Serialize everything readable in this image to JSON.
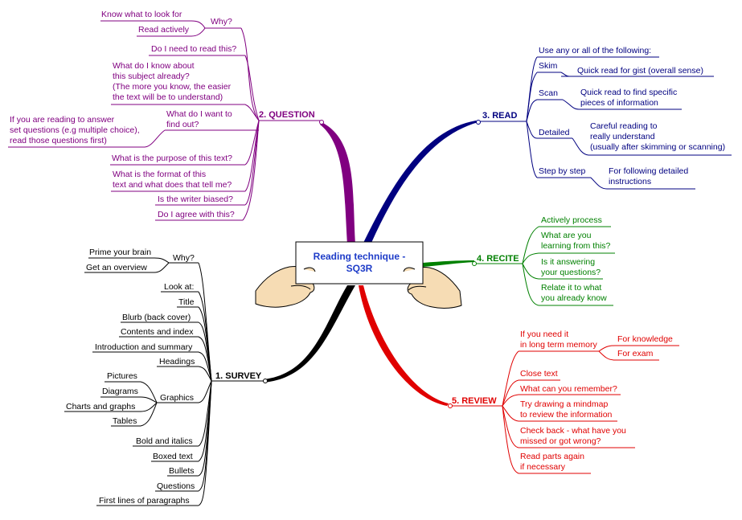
{
  "center": {
    "title": "Reading technique -\nSQ3R"
  },
  "colors": {
    "question": "#800080",
    "read": "#000080",
    "recite": "#008000",
    "review": "#e00000",
    "survey": "#000000",
    "center_title": "#1e3cc8"
  },
  "branches": {
    "question": {
      "label": "2. QUESTION",
      "items": {
        "why": "Why?",
        "why_know": "Know what to look for",
        "why_read": "Read actively",
        "need_read": "Do I need to read this?",
        "already_know": "What do I know about\nthis subject already?\n(The more you know, the easier\nthe text will be to understand)",
        "find_out": "What do I want to\nfind out?",
        "answer_sets": "If you are reading to answer\nset questions (e.g multiple choice),\nread those questions first)",
        "purpose": "What is the purpose of this text?",
        "format": "What is the format of this\ntext and what does that tell me?",
        "biased": "Is the writer biased?",
        "agree": "Do I agree with this?"
      }
    },
    "read": {
      "label": "3. READ",
      "items": {
        "use_any": "Use any or all of the following:",
        "skim": "Skim",
        "skim_desc": "Quick read for gist (overall sense)",
        "scan": "Scan",
        "scan_desc": "Quick read to find specific\npieces of information",
        "detailed": "Detailed",
        "detailed_desc": "Careful reading to\nreally understand\n(usually after skimming or scanning)",
        "step": "Step by step",
        "step_desc": "For following detailed\ninstructions"
      }
    },
    "recite": {
      "label": "4. RECITE",
      "items": {
        "process": "Actively process",
        "learning": "What are you\nlearning from this?",
        "answering": "Is it answering\nyour questions?",
        "relate": "Relate it to what\nyou already know"
      }
    },
    "review": {
      "label": "5. REVIEW",
      "items": {
        "long_term": "If you need it\nin long term memory",
        "knowledge": "For knowledge",
        "exam": "For exam",
        "close_text": "Close text",
        "remember": "What can you remember?",
        "mindmap": "Try drawing a mindmap\nto review the information",
        "check_back": "Check back - what have you\nmissed or got wrong?",
        "read_again": "Read parts again\nif necessary"
      }
    },
    "survey": {
      "label": "1. SURVEY",
      "items": {
        "why": "Why?",
        "prime": "Prime your brain",
        "overview": "Get an overview",
        "look_at": "Look at:",
        "title": "Title",
        "blurb": "Blurb (back cover)",
        "contents": "Contents and index",
        "intro": "Introduction and summary",
        "headings": "Headings",
        "graphics": "Graphics",
        "pictures": "Pictures",
        "diagrams": "Diagrams",
        "charts": "Charts and graphs",
        "tables": "Tables",
        "bold": "Bold and italics",
        "boxed": "Boxed text",
        "bullets": "Bullets",
        "questions": "Questions",
        "first_lines": "First lines of paragraphs"
      }
    }
  }
}
